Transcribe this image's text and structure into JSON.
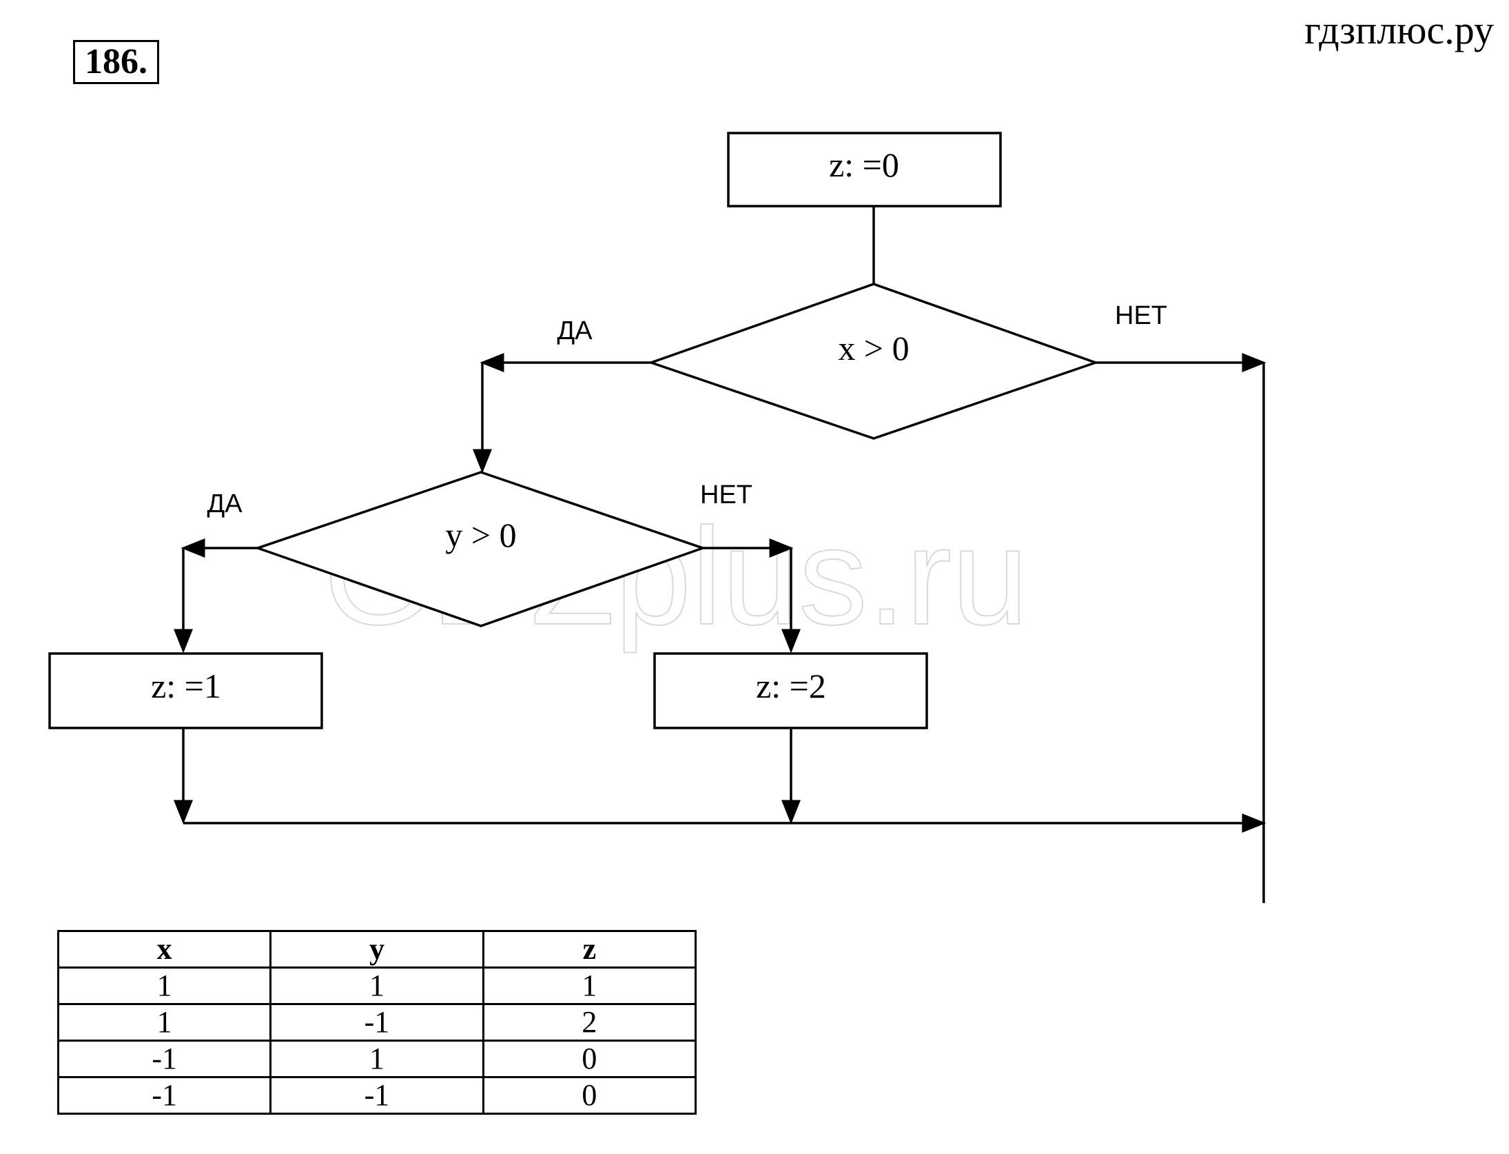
{
  "header": {
    "problem_number": "186",
    "site": "гдзплюс.ру"
  },
  "watermark": "GDZplus.ru",
  "flowchart": {
    "start_block": "z: =0",
    "condition_x": "x > 0",
    "condition_x_yes": "ДА",
    "condition_x_no": "НЕТ",
    "condition_y": "y > 0",
    "condition_y_yes": "ДА",
    "condition_y_no": "НЕТ",
    "block_z1": "z: =1",
    "block_z2": "z: =2"
  },
  "table": {
    "headers": [
      "x",
      "y",
      "z"
    ],
    "rows": [
      [
        "1",
        "1",
        "1"
      ],
      [
        "1",
        "-1",
        "2"
      ],
      [
        "-1",
        "1",
        "0"
      ],
      [
        "-1",
        "-1",
        "0"
      ]
    ]
  }
}
